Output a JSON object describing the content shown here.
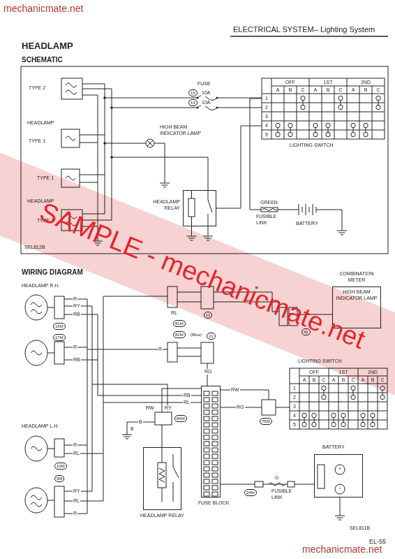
{
  "diagram": {
    "title": "HEADLAMP",
    "nodes": [
      {
        "text": [
          "LIGHTING SWITCH"
        ]
      },
      {
        "text": [
          "HEADLAMP RELAY"
        ]
      },
      {
        "text": [
          "BATTERY"
        ]
      },
      {
        "text": [
          "COMBINATION METER",
          "HIGH BEAM INDICATOR LAMP"
        ]
      },
      {
        "text": [
          "LIGHTING SWITCH"
        ]
      },
      {
        "text": [
          "HEADLAMP RELAY"
        ]
      },
      {
        "text": [
          "FUSE BLOCK"
        ]
      },
      {
        "text": [
          "BATTERY",
          "+",
          "−"
        ]
      }
    ],
    "edges": [
      {
        "from": 0,
        "to": 2,
        "arrow": "none"
      },
      {
        "from": 0,
        "to": 1,
        "arrow": "none"
      },
      {
        "from": 4,
        "to": 6,
        "label": "RG",
        "arrow": "none"
      },
      {
        "from": 5,
        "to": 6,
        "arrow": "none"
      },
      {
        "from": 6,
        "to": 7,
        "arrow": "none"
      }
    ],
    "labels": [
      "mechanicmate.net",
      "ELECTRICAL SYSTEM– Lighting System",
      "SCHEMATIC",
      "TYPE 2",
      "HEADLAMP",
      "TYPE 1",
      "TYPE 1",
      "HEADLAMP",
      "TYPE 2",
      "FUSE",
      "15",
      "10A",
      "14",
      "10A",
      "HIGH BEAM INDICATOR LAMP",
      "GREEN",
      "FUSIBLE LINK",
      "SEL812B",
      "OFF",
      "1ST",
      "2ND",
      "A",
      "B",
      "C",
      "A",
      "B",
      "C",
      "A",
      "B",
      "C",
      "1",
      "2",
      "3",
      "4",
      "5",
      "WIRING DIAGRAM",
      "HEADLAMP R.H.",
      "R",
      "RY",
      "RB",
      "16M",
      "17M",
      "R",
      "RB",
      "RL",
      "81M",
      "82M",
      "R",
      "11",
      "(Blue)",
      "21",
      "RG",
      "RB",
      "41",
      "RW",
      "RB",
      "RL",
      "76M",
      "RW",
      "RY",
      "84M",
      "B",
      "B",
      "HEADLAMP L.H.",
      "R",
      "RL",
      "10M",
      "9M",
      "RY",
      "RL",
      "R",
      "24M",
      "G",
      "FUSIBLE LINK",
      "SEL811B",
      "EL-55",
      "mechanicmate.net",
      "SAMPLE - mechanicmate.net",
      "OFF",
      "1ST",
      "2ND",
      "A",
      "B",
      "C",
      "A",
      "B",
      "C",
      "A",
      "B",
      "C",
      "1",
      "2",
      "3",
      "4",
      "5"
    ]
  }
}
